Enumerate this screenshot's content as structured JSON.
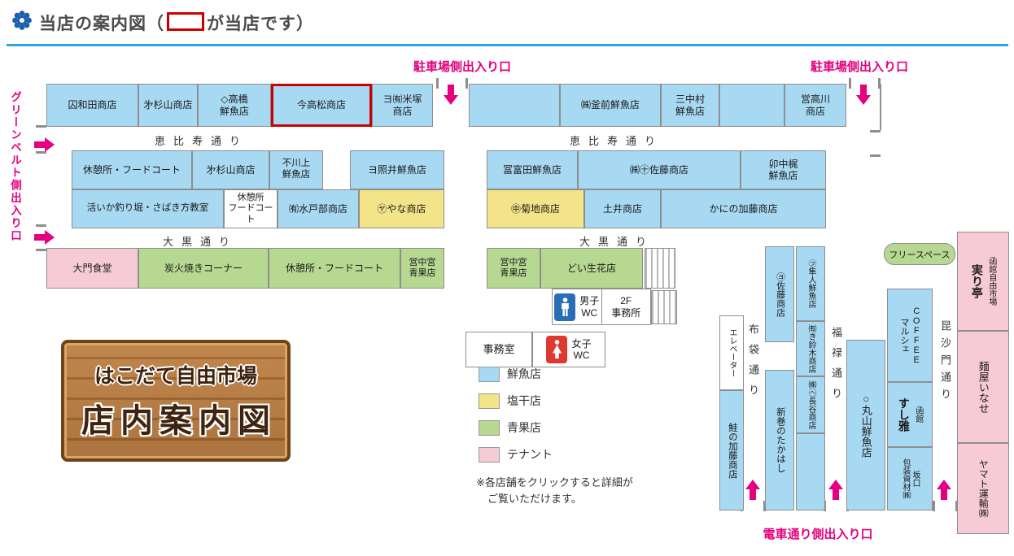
{
  "header": {
    "title_prefix": "当店の案内図（",
    "title_suffix": "が当店です）"
  },
  "entrances": {
    "parking": "駐車場側出入り口",
    "tram": "電車通り側出入り口",
    "greenbelt": "グリーンベルト側出入り口"
  },
  "streets": {
    "ebisu": "恵比寿通り",
    "daikoku": "大黒通り",
    "hotei": "布袋通り",
    "fukuroku": "福禄通り",
    "bishamon": "昆沙門通り"
  },
  "shops": {
    "wada": "囚和田商店",
    "sugiyama1": "㐧杉山商店",
    "takahashi": "◇高橋\n鮮魚店",
    "takamatsu": "今高松商店",
    "yonezuka": "ヨ㈲米塚\n商店",
    "kamamae": "㈱釜前鮮魚店",
    "nakamura": "三中村\n鮮魚店",
    "takakawa": "営高川\n商店",
    "sugiyama2": "㐧杉山商店",
    "kawakami": "不川上\n鮮魚店",
    "terui": "ヨ照井鮮魚店",
    "tomita": "冨富田鮮魚店",
    "sato1": "㈱㊉佐藤商店",
    "nakakaji": "卯中梶\n鮮魚店",
    "mitobe": "㈲水戸部商店",
    "yana": "㋳やな商店",
    "kikuchi": "㊥菊地商店",
    "doi": "土井商店",
    "kani_kato": "かにの加藤商店",
    "daimon": "大門食堂",
    "nakamiya1": "営中宮\n青果店",
    "nakamiya2": "営中宮\n青果店",
    "doi_seika": "どい生花店",
    "sake_kato": "鮭の加藤商店",
    "sato2": "㋵佐藤商店",
    "aramaki": "新巻のたかはし",
    "hayato": "㋫隼人鮮魚店",
    "suzuki": "㈲き鈴木商店",
    "hase": "㈱㋬長谷商店",
    "maruyama": "○丸山鮮魚店",
    "coffee_en": "COFFEE",
    "coffee_ja": "マルシェ",
    "sushimasa_small": "函館",
    "sushimasa_big": "すし雅",
    "sakaguchi": "坂口\n包装資材㈱",
    "menya": "麺屋いなせ",
    "yamato": "ヤマト運輸㈱",
    "minori_small": "函館自由市場",
    "minori_big": "実り亭"
  },
  "facilities": {
    "rest_fc_row2": "休憩所・フードコート",
    "rest_fc_row3": "休憩所\nフードコート",
    "rest_fc_row4": "休憩所・フードコート",
    "ika": "活いか釣り堀・さばき方教室",
    "sumibi": "炭火焼きコーナー",
    "wc_m": "男子\nWC",
    "wc_f": "女子\nWC",
    "office_2f": "2F\n事務所",
    "jimushitsu": "事務室",
    "free_space": "フリースペース",
    "elevator": "エレベーター"
  },
  "legend": {
    "items": [
      {
        "label": "鮮魚店",
        "color": "#a8d9f2"
      },
      {
        "label": "塩干店",
        "color": "#f3e489"
      },
      {
        "label": "青果店",
        "color": "#b6d890"
      },
      {
        "label": "テナント",
        "color": "#f7cbd6"
      }
    ],
    "note_line1": "※各店舗をクリックすると詳細が",
    "note_line2": "ご覧いただけます。"
  },
  "logo": {
    "line1": "はこだて自由市場",
    "line2": "店内案内図"
  },
  "colors": {
    "accent_pink": "#e4007f",
    "highlight_red": "#cc0000",
    "divider_blue": "#2ba7df",
    "wall_gray": "#8e8e8e"
  }
}
